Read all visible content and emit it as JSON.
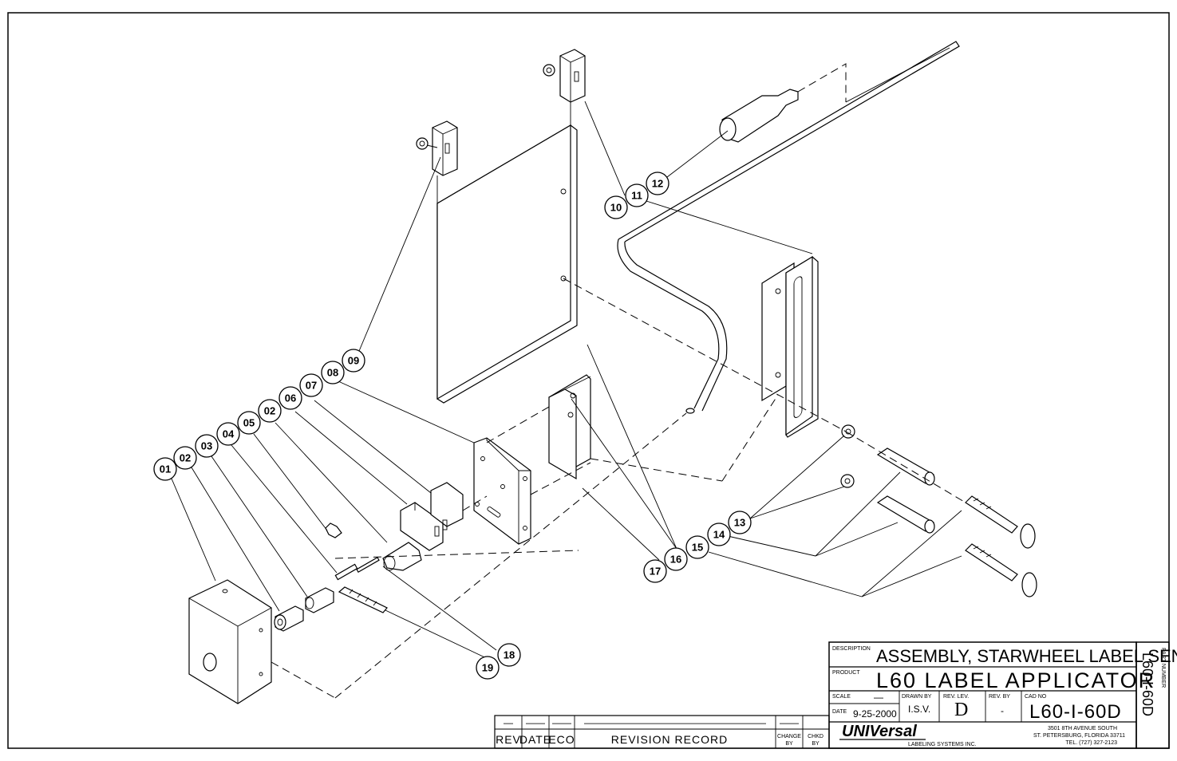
{
  "callouts": [
    {
      "id": "c01",
      "label": "01"
    },
    {
      "id": "c02a",
      "label": "02"
    },
    {
      "id": "c03",
      "label": "03"
    },
    {
      "id": "c04",
      "label": "04"
    },
    {
      "id": "c05",
      "label": "05"
    },
    {
      "id": "c02b",
      "label": "02"
    },
    {
      "id": "c06",
      "label": "06"
    },
    {
      "id": "c07",
      "label": "07"
    },
    {
      "id": "c08",
      "label": "08"
    },
    {
      "id": "c09",
      "label": "09"
    },
    {
      "id": "c10",
      "label": "10"
    },
    {
      "id": "c11",
      "label": "11"
    },
    {
      "id": "c12",
      "label": "12"
    },
    {
      "id": "c13",
      "label": "13"
    },
    {
      "id": "c14",
      "label": "14"
    },
    {
      "id": "c15",
      "label": "15"
    },
    {
      "id": "c16",
      "label": "16"
    },
    {
      "id": "c17",
      "label": "17"
    },
    {
      "id": "c18",
      "label": "18"
    },
    {
      "id": "c19",
      "label": "19"
    }
  ],
  "title_block": {
    "description_label": "DESCRIPTION",
    "description": "ASSEMBLY, STARWHEEL LABEL SENSE",
    "product_label": "PRODUCT",
    "product": "L60 LABEL APPLICATOR",
    "scale_label": "SCALE",
    "scale": "—",
    "date_label": "DATE",
    "date": "9-25-2000",
    "drawn_by_label": "DRAWN BY",
    "drawn_by": "I.S.V.",
    "rev_lev_label": "REV. LEV.",
    "rev_lev": "D",
    "rev_by_label": "REV. BY",
    "rev_by": "-",
    "cad_no_label": "CAD NO",
    "cad_no": "L60-I-60D",
    "part_number_label": "PART NUMBER",
    "part_number": "L60-I-60D",
    "company_logo": "UNIVersal",
    "company_sub": "LABELING SYSTEMS INC.",
    "address_line1": "3501 8TH AVENUE SOUTH",
    "address_line2": "ST. PETERSBURG, FLORIDA 33711",
    "address_line3": "TEL. (727) 327-2123"
  },
  "revision_block": {
    "rev_label": "REV",
    "date_label": "DATE",
    "eco_label": "ECO",
    "record_label": "REVISION RECORD",
    "change_by_label_1": "CHANGE",
    "change_by_label_2": "BY",
    "chkd_by_label_1": "CHKD",
    "chkd_by_label_2": "BY",
    "blank_rev": "—",
    "blank_date": "——",
    "blank_eco": "——",
    "blank_record": "———————————————————",
    "blank_change": "——"
  }
}
